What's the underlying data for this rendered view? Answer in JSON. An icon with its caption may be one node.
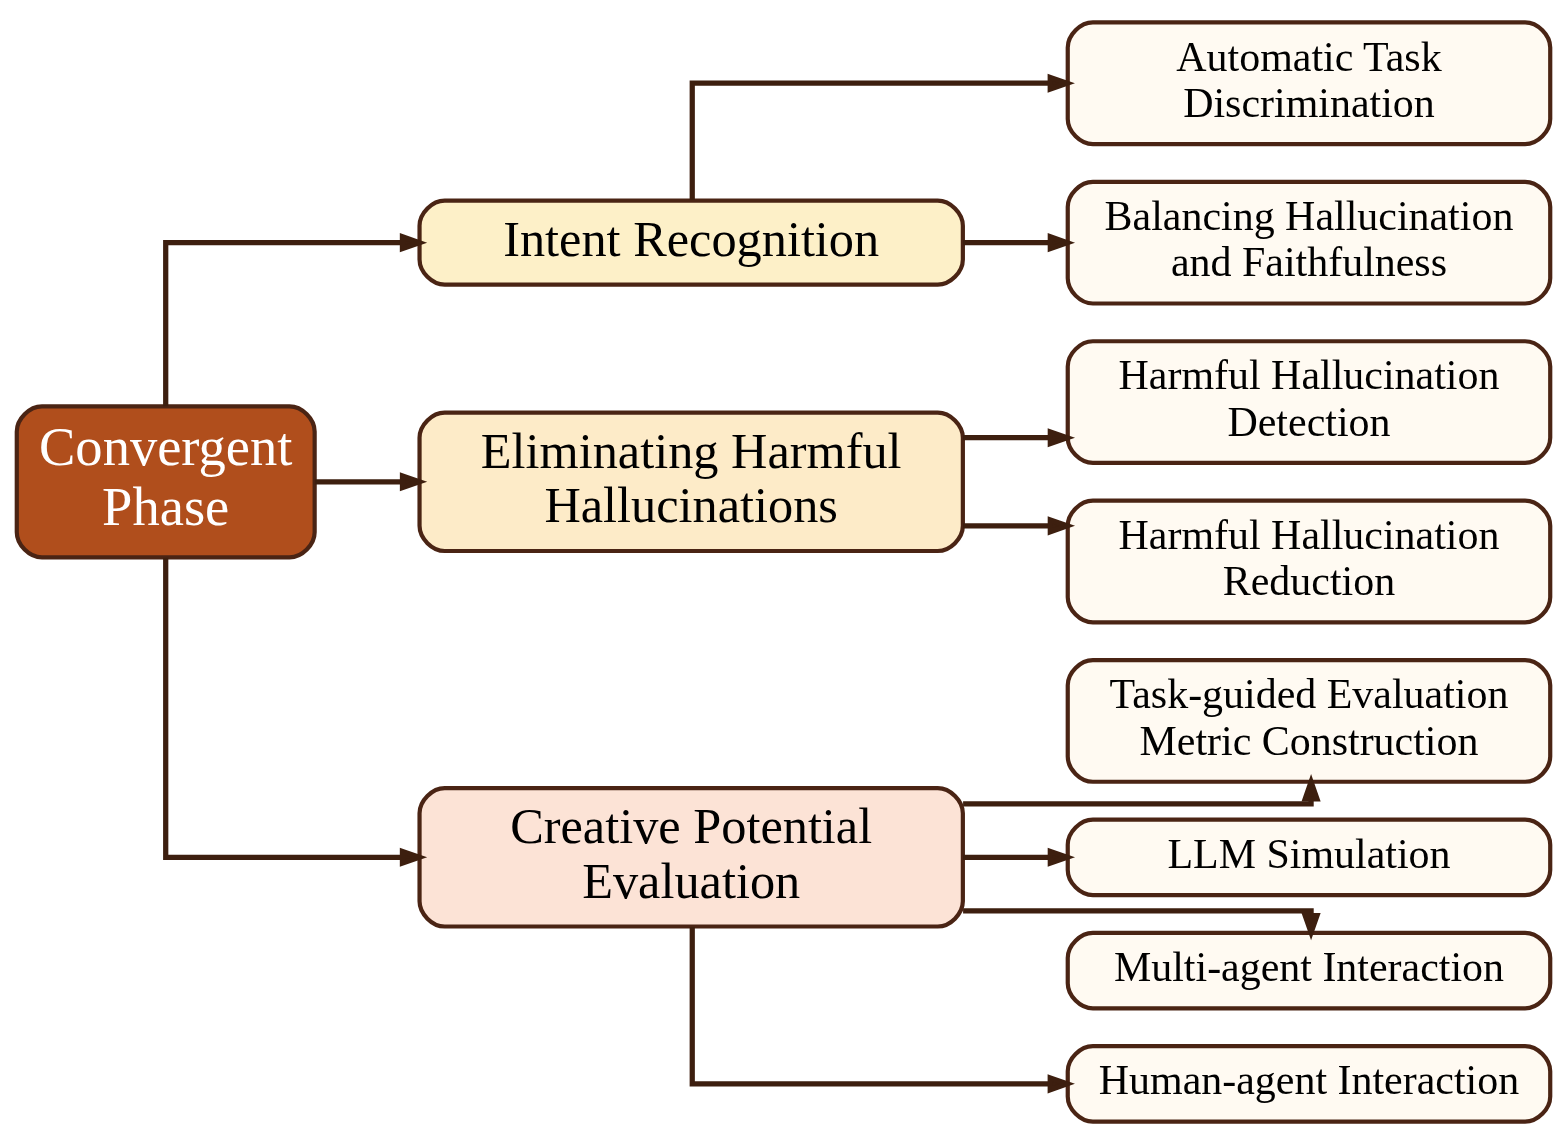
{
  "diagram": {
    "nodes": [
      {
        "text": [
          "Convergent Phase"
        ]
      },
      {
        "text": [
          "Intent Recognition"
        ]
      },
      {
        "text": [
          "Eliminating Harmful Hallucinations"
        ]
      },
      {
        "text": [
          "Creative Potential Evaluation"
        ]
      },
      {
        "text": [
          "Automatic Task Discrimination"
        ]
      },
      {
        "text": [
          "Balancing Hallucination and Faithfulness"
        ]
      },
      {
        "text": [
          "Harmful Hallucination Detection"
        ]
      },
      {
        "text": [
          "Harmful Hallucination Reduction"
        ]
      },
      {
        "text": [
          "Task-guided Evaluation Metric Construction"
        ]
      },
      {
        "text": [
          "LLM Simulation"
        ]
      },
      {
        "text": [
          "Multi-agent Interaction"
        ]
      },
      {
        "text": [
          "Human-agent Interaction"
        ]
      }
    ],
    "edges": [
      {
        "from": 0,
        "to": 1,
        "arrow": "to"
      },
      {
        "from": 0,
        "to": 2,
        "arrow": "to"
      },
      {
        "from": 0,
        "to": 3,
        "arrow": "to"
      },
      {
        "from": 1,
        "to": 4,
        "arrow": "to"
      },
      {
        "from": 1,
        "to": 5,
        "arrow": "to"
      },
      {
        "from": 2,
        "to": 6,
        "arrow": "to"
      },
      {
        "from": 2,
        "to": 7,
        "arrow": "to"
      },
      {
        "from": 3,
        "to": 8,
        "arrow": "to"
      },
      {
        "from": 3,
        "to": 9,
        "arrow": "to"
      },
      {
        "from": 3,
        "to": 10,
        "arrow": "to"
      },
      {
        "from": 3,
        "to": 11,
        "arrow": "to"
      }
    ]
  }
}
